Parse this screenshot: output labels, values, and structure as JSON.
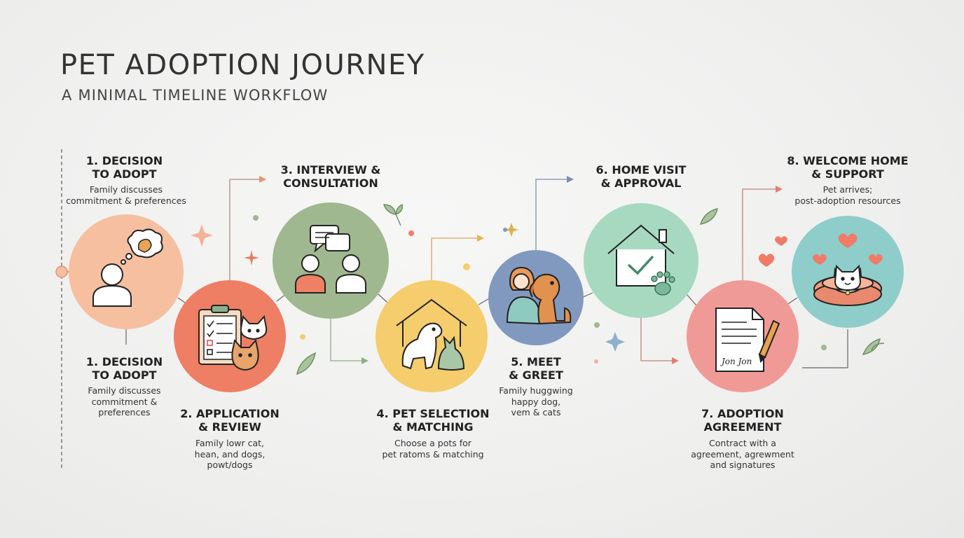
{
  "header": {
    "title": "PET ADOPTION JOURNEY",
    "subtitle": "A MINIMAL TIMELINE WORKFLOW"
  },
  "steps": [
    {
      "title": "1. DECISION\nTO ADOPT",
      "desc": "Family discusses\ncommitment & preferences",
      "color": "#f6bfa0"
    },
    {
      "title": "2. APPLICATION\n& REVIEW",
      "desc": "Family lowr cat,\nhean, and dogs,\npowt/dogs",
      "color": "#ee7e64"
    },
    {
      "title": "3. INTERVIEW &\nCONSULTATION",
      "desc": "",
      "color": "#9fb88f"
    },
    {
      "title": "4. PET SELECTION\n& MATCHING",
      "desc": "Choose a pots for\npet ratoms & matching",
      "color": "#f5cd6d"
    },
    {
      "title": "5. MEET\n& GREET",
      "desc": "Family huggwing\nhappy dog,\nvem & cats",
      "color": "#8299bf"
    },
    {
      "title": "6. HOME VISIT\n& APPROVAL",
      "desc": "",
      "color": "#a7d9c1"
    },
    {
      "title": "7. ADOPTION\nAGREEMENT",
      "desc": "Contract with a\nagreement, agrewment\nand signatures",
      "color": "#f09a98"
    },
    {
      "title": "8. WELCOME HOME\n& SUPPORT",
      "desc": "Pet arrives;\npost-adoption resources",
      "color": "#8ecdca"
    }
  ],
  "duplicate_step1": {
    "title": "1. DECISION\nTO ADOPT",
    "desc": "Family discusses\ncommitment &\npreferences"
  },
  "icons": [
    "person-thought-dog-icon",
    "clipboard-checklist-cats-icon",
    "speech-bubbles-people-icon",
    "house-dog-cat-icon",
    "person-hugging-dog-icon",
    "house-check-paw-icon",
    "contract-pen-icon",
    "cat-in-bed-hearts-icon"
  ],
  "signature": "Jon Jon"
}
